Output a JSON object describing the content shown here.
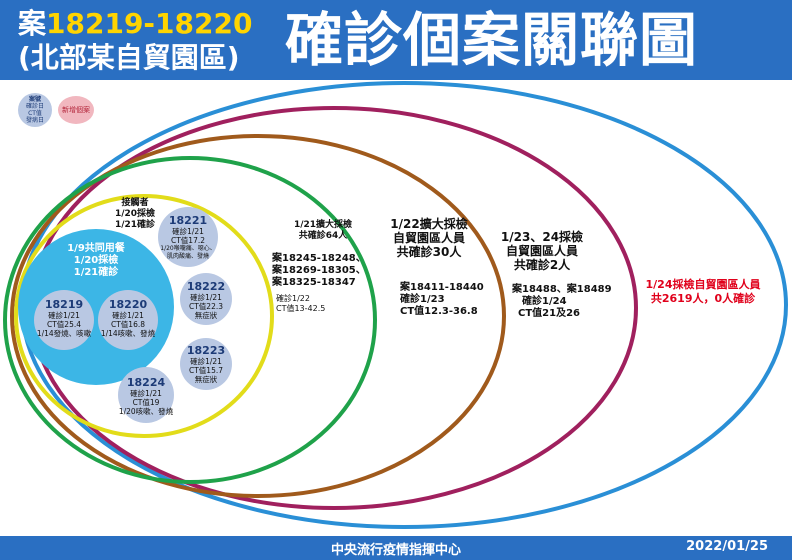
{
  "header": {
    "title_case_prefix": "案",
    "title_case_numbers": "18219-18220",
    "title_subtitle": "(北部某自貿園區)",
    "title_main": "確診個案關聯圖"
  },
  "legend": {
    "case_lines": [
      "案號",
      "確診日",
      "CT值",
      "發病日"
    ],
    "new_case": "新增個案"
  },
  "contacts_label": [
    "接觸者",
    "1/20採檢",
    "1/21確診"
  ],
  "group_label": [
    "1/9共同用餐",
    "1/20採檢",
    "1/21確診"
  ],
  "cases": [
    {
      "id": "18219",
      "lines": [
        "確診1/21",
        "CT值25.4",
        "1/14發燒、咳嗽"
      ]
    },
    {
      "id": "18220",
      "lines": [
        "確診1/21",
        "CT值16.8",
        "1/14咳嗽、發燒"
      ]
    },
    {
      "id": "18221",
      "lines": [
        "確診1/21",
        "CT值17.2",
        "1/20喉嚨痛、噁心、",
        "肌肉酸痛、發燒"
      ]
    },
    {
      "id": "18222",
      "lines": [
        "確診1/21",
        "CT值22.3",
        "無症狀"
      ]
    },
    {
      "id": "18223",
      "lines": [
        "確診1/21",
        "CT值15.7",
        "無症狀"
      ]
    },
    {
      "id": "18224",
      "lines": [
        "確診1/21",
        "CT值19",
        "1/20咳嗽、發燒"
      ]
    }
  ],
  "ring_green": {
    "head": [
      "1/21擴大採檢",
      "共確診64人"
    ],
    "cases": [
      "案18245-18248、",
      "案18269-18305、",
      "案18325-18347"
    ],
    "detail": [
      "確診1/22",
      "CT值13-42.5"
    ]
  },
  "ring_brown": {
    "head": [
      "1/22擴大採檢",
      "自貿園區人員",
      "共確診30人"
    ],
    "detail": [
      "案18411-18440",
      "確診1/23",
      "CT值12.3-36.8"
    ]
  },
  "ring_purple": {
    "head": [
      "1/23、24採檢",
      "自貿園區人員",
      "共確診2人"
    ],
    "detail": [
      "案18488、案18489",
      "確診1/24",
      "CT值21及26"
    ]
  },
  "ring_blue": {
    "head": [
      "1/24採檢自貿園區人員",
      "共2619人，0人確診"
    ]
  },
  "footer": {
    "agency": "中央流行疫情指揮中心",
    "date": "2022/01/25"
  },
  "colors": {
    "header_bg": "#2a6fc2",
    "title_numbers": "#ffd400",
    "ring_blue": "#2a8fd6",
    "ring_purple": "#a0205e",
    "ring_brown": "#a05a1c",
    "ring_green": "#1fa24a",
    "ring_yellow": "#e2dc1a",
    "group_circle": "#3cb6e6",
    "case_bubble": "#b9c8e3",
    "red_text": "#e0001b"
  }
}
